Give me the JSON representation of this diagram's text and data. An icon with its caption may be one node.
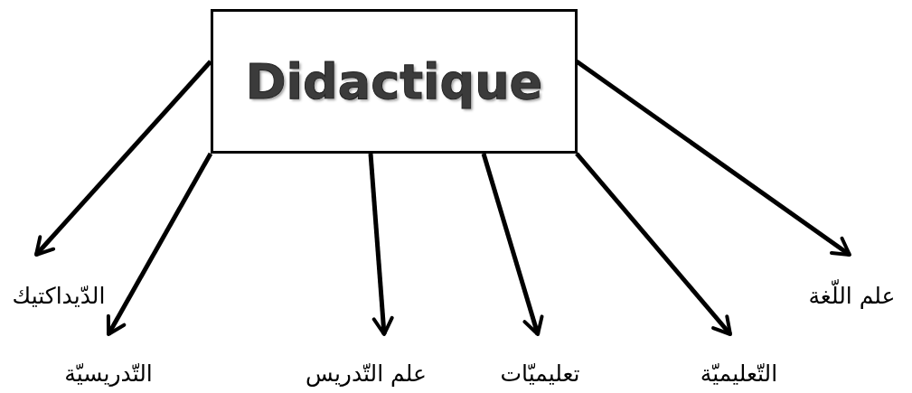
{
  "diagram": {
    "nodes": [
      {
        "text": [
          "Didactique"
        ]
      },
      {
        "text": [
          "الدّيداكتيك"
        ]
      },
      {
        "text": [
          "التّدريسيّة"
        ]
      },
      {
        "text": [
          "علم التّدريس"
        ]
      },
      {
        "text": [
          "تعليميّات"
        ]
      },
      {
        "text": [
          "التّعليميّة"
        ]
      },
      {
        "text": [
          "علم اللّغة"
        ]
      }
    ],
    "edges": [
      {
        "from": 0,
        "to": 1,
        "arrow": "to"
      },
      {
        "from": 0,
        "to": 2,
        "arrow": "to"
      },
      {
        "from": 0,
        "to": 3,
        "arrow": "to"
      },
      {
        "from": 0,
        "to": 4,
        "arrow": "to"
      },
      {
        "from": 0,
        "to": 5,
        "arrow": "to"
      },
      {
        "from": 0,
        "to": 6,
        "arrow": "to"
      }
    ]
  }
}
